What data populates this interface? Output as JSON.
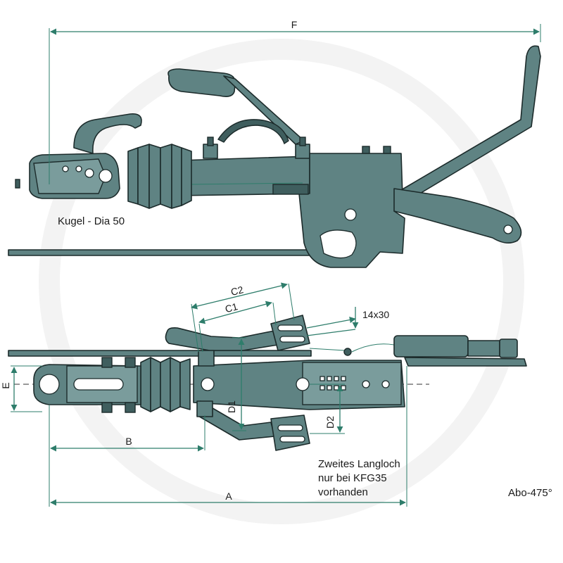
{
  "title": "",
  "labels": {
    "kugel": "Kugel - Dia 50",
    "dim_f": "F",
    "dim_e": "E",
    "dim_b": "B",
    "dim_a": "A",
    "dim_c1": "C1",
    "dim_c2": "C2",
    "dim_d1": "D1",
    "dim_d2": "D2",
    "dim_slot": "14x30",
    "note_line1": "Zweites Langloch",
    "note_line2": "nur bei KFG35",
    "note_line3": "vorhanden",
    "code": "Abo-475°"
  },
  "colors": {
    "part": "#5f8383",
    "dimension": "#2e7d6b",
    "outline": "#1c2b2b"
  },
  "views": [
    {
      "name": "side-view",
      "label": "Kugel - Dia 50"
    },
    {
      "name": "top-view",
      "label": ""
    }
  ]
}
